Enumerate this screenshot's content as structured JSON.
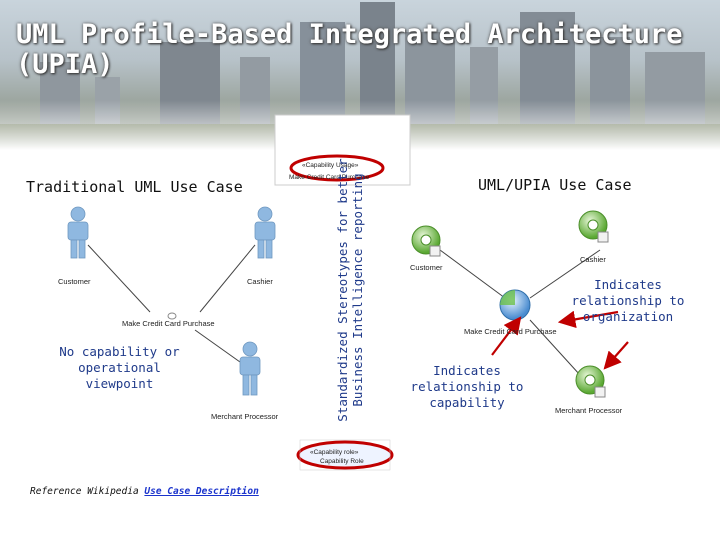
{
  "slide": {
    "title": "UML Profile-Based Integrated Architecture (UPIA)",
    "left_heading": "Traditional UML Use Case",
    "right_heading": "UML/UPIA Use Case",
    "vertical_note": "Standardized Stereotypes for better Business Intelligence reporting",
    "no_capability_note": "No capability or operational viewpoint",
    "indicates_org_note": "Indicates relationship to organization",
    "indicates_cap_note": "Indicates relationship to capability",
    "reference_prefix": "Reference Wikipedia",
    "reference_link": "Use Case Description"
  },
  "left_diagram": {
    "actors": [
      "Customer",
      "Cashier",
      "Merchant Processor"
    ],
    "use_case": "Make Credit Card Purchase"
  },
  "middle_snippet": {
    "top_stereotype": "«Capability Usage»",
    "top_label": "Make Credit Card Purchase",
    "bottom_stereotype": "«Capability role»",
    "bottom_label": "Capability Role"
  },
  "right_diagram": {
    "actors": [
      "Customer",
      "Cashier",
      "Merchant Processor"
    ],
    "use_case": "Make Credit Card Purchase"
  },
  "colors": {
    "title": "#ffffff",
    "note_blue": "#1f3a8a",
    "highlight_red": "#c00000",
    "actor_blue": "#8fb8e0",
    "upia_green": "#5aa832"
  }
}
